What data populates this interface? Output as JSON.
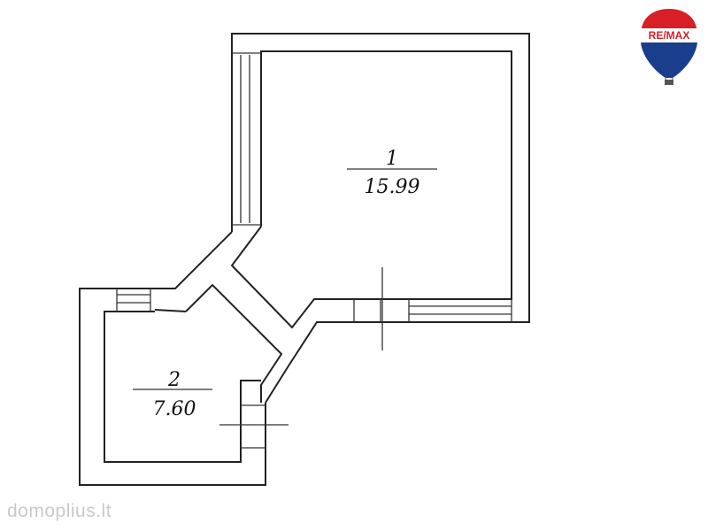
{
  "rooms": [
    {
      "number": "1",
      "area": "15.99"
    },
    {
      "number": "2",
      "area": "7.60"
    }
  ],
  "logo": {
    "brand": "RE/MAX",
    "icon": "hot-air-balloon-icon",
    "colors": {
      "red": "#d81f26",
      "blue": "#1a3e8c"
    }
  },
  "watermark": {
    "text": "domoplius.lt"
  }
}
